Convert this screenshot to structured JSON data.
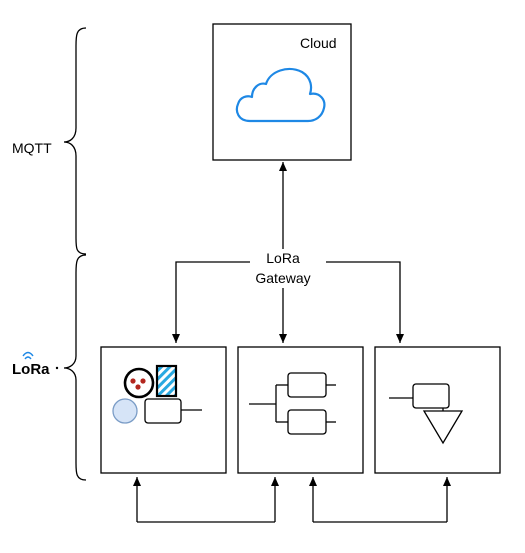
{
  "labels": {
    "mqtt": "MQTT",
    "cloud": "Cloud",
    "gateway_line1": "LoRa",
    "gateway_line2": "Gateway",
    "lora_logo": "LoRa"
  },
  "colors": {
    "cloud_stroke": "#1E88E5",
    "sensor_circle_fill": "#D6E4F7",
    "sensor_circle_stroke": "#7A9CC6",
    "stripe_blue": "#29A9E1",
    "gauge_red": "#B3261E",
    "lora_wave": "#1E88E5"
  },
  "icons": [
    "cloud-icon",
    "lora-logo-icon",
    "sensor-icon",
    "flowchart-icon",
    "triangle-block-icon"
  ]
}
